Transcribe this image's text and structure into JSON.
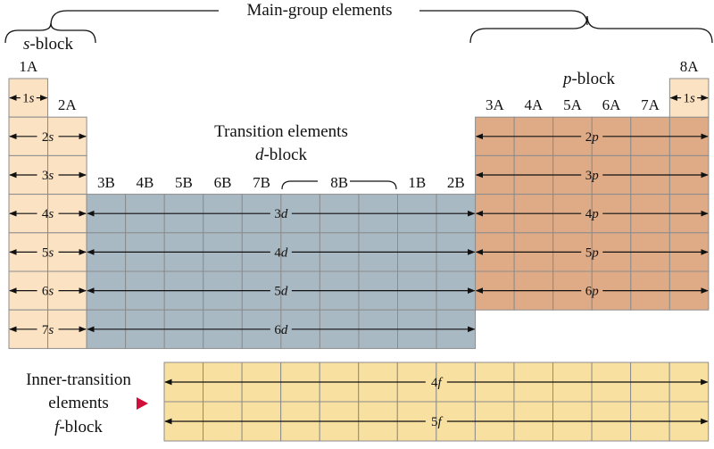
{
  "header": {
    "main_group": "Main-group elements",
    "s_block": "s-block",
    "p_block": "p-block",
    "transition_title": "Transition elements",
    "d_block": "d-block",
    "inner_transition": [
      "Inner-transition",
      "elements",
      "f-block"
    ]
  },
  "groups": {
    "s": [
      "1A",
      "2A"
    ],
    "p": [
      "3A",
      "4A",
      "5A",
      "6A",
      "7A"
    ],
    "noble": "8A",
    "d": [
      "3B",
      "4B",
      "5B",
      "6B",
      "7B",
      "8B",
      "1B",
      "2B"
    ]
  },
  "orbitals": {
    "s": [
      "1s",
      "2s",
      "3s",
      "4s",
      "5s",
      "6s",
      "7s"
    ],
    "noble_s": "1s",
    "d": [
      "3d",
      "4d",
      "5d",
      "6d"
    ],
    "p": [
      "2p",
      "3p",
      "4p",
      "5p",
      "6p"
    ],
    "f": [
      "4f",
      "5f"
    ]
  },
  "colors": {
    "s_block": "#fbe2c3",
    "d_block": "#a9b9c4",
    "p_block": "#dfab86",
    "f_block": "#f8e1a0",
    "grid": "#8c8c8c",
    "pointer": "#d0103a"
  }
}
